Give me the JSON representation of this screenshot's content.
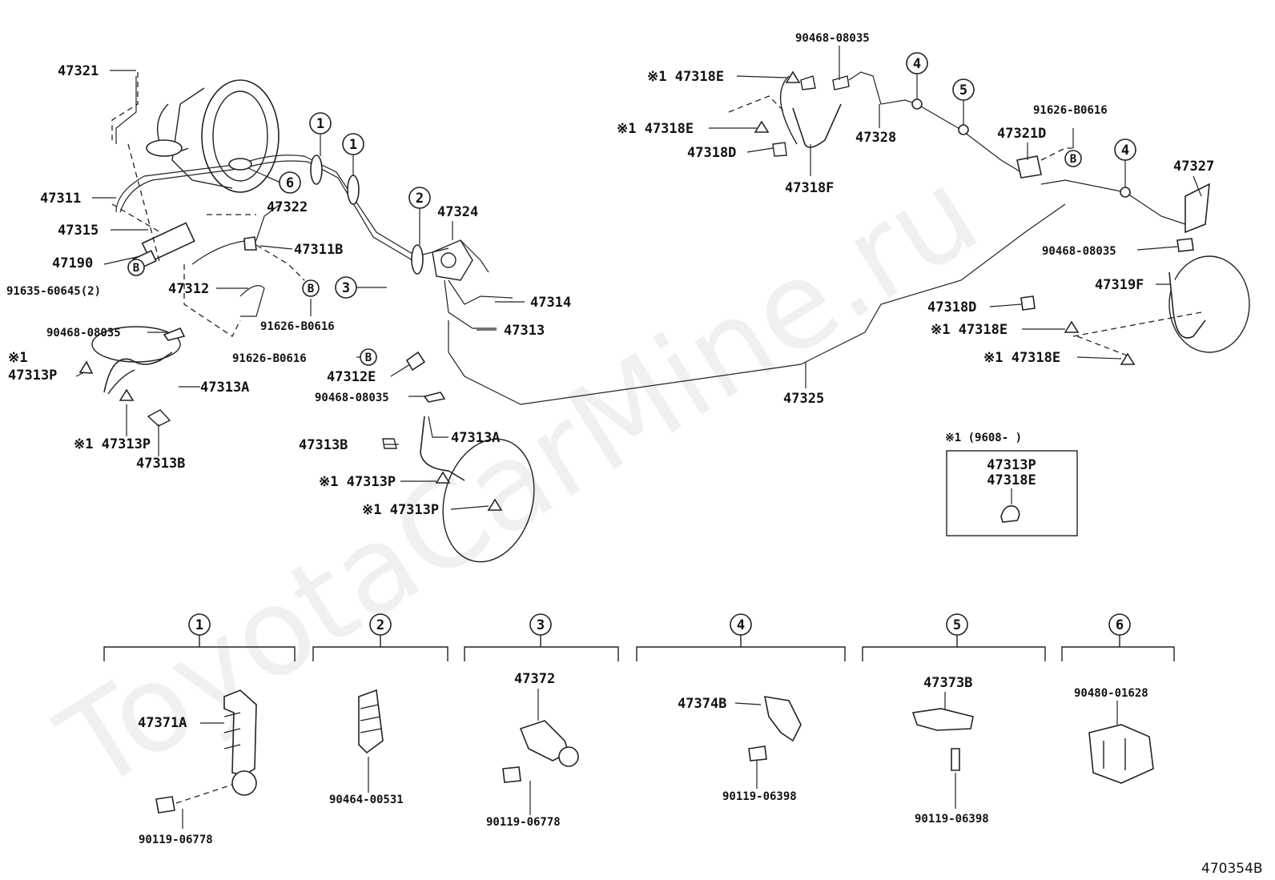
{
  "watermark": "ToyotaCarMine.ru",
  "drawing_number": "470354B",
  "markers": {
    "one": "1",
    "two": "2",
    "three": "3",
    "four": "4",
    "five": "5",
    "six": "6",
    "b": "B"
  },
  "parts": {
    "p47321": "47321",
    "p47311": "47311",
    "p47315": "47315",
    "p47190": "47190",
    "p91635": "91635-60645(2)",
    "p47312": "47312",
    "p90468a": "90468-08035",
    "note1": "※1",
    "p47313P_a": "47313P",
    "p47313A_a": "47313A",
    "p47313P_b": "※1 47313P",
    "p47313B_a": "47313B",
    "p47322": "47322",
    "p47311B": "47311B",
    "p91626a": "91626-B0616",
    "p91626b": "91626-B0616",
    "p47312E": "47312E",
    "p90468b": "90468-08035",
    "p47324": "47324",
    "p47314": "47314",
    "p47313": "47313",
    "p47313B_b": "47313B",
    "p47313A_b": "47313A",
    "p47313P_c": "※1 47313P",
    "p47313P_d": "※1 47313P",
    "p90468c": "90468-08035",
    "p47318E_a": "※1 47318E",
    "p47318E_b": "※1 47318E",
    "p47318D_a": "47318D",
    "p47318F": "47318F",
    "p47328": "47328",
    "p91626c": "91626-B0616",
    "p47321D": "47321D",
    "p47327": "47327",
    "p90468d": "90468-08035",
    "p47319F": "47319F",
    "p47318D_b": "47318D",
    "p47318E_c": "※1 47318E",
    "p47318E_d": "※1 47318E",
    "p47325": "47325"
  },
  "note_box": {
    "header": "※1 (9608-       )",
    "line1": "47313P",
    "line2": "47318E"
  },
  "groups": {
    "g1": {
      "a": "47371A",
      "b": "90119-06778"
    },
    "g2": {
      "a": "90464-00531"
    },
    "g3": {
      "a": "47372",
      "b": "90119-06778"
    },
    "g4": {
      "a": "47374B",
      "b": "90119-06398"
    },
    "g5": {
      "a": "47373B",
      "b": "90119-06398"
    },
    "g6": {
      "a": "90480-01628"
    }
  }
}
